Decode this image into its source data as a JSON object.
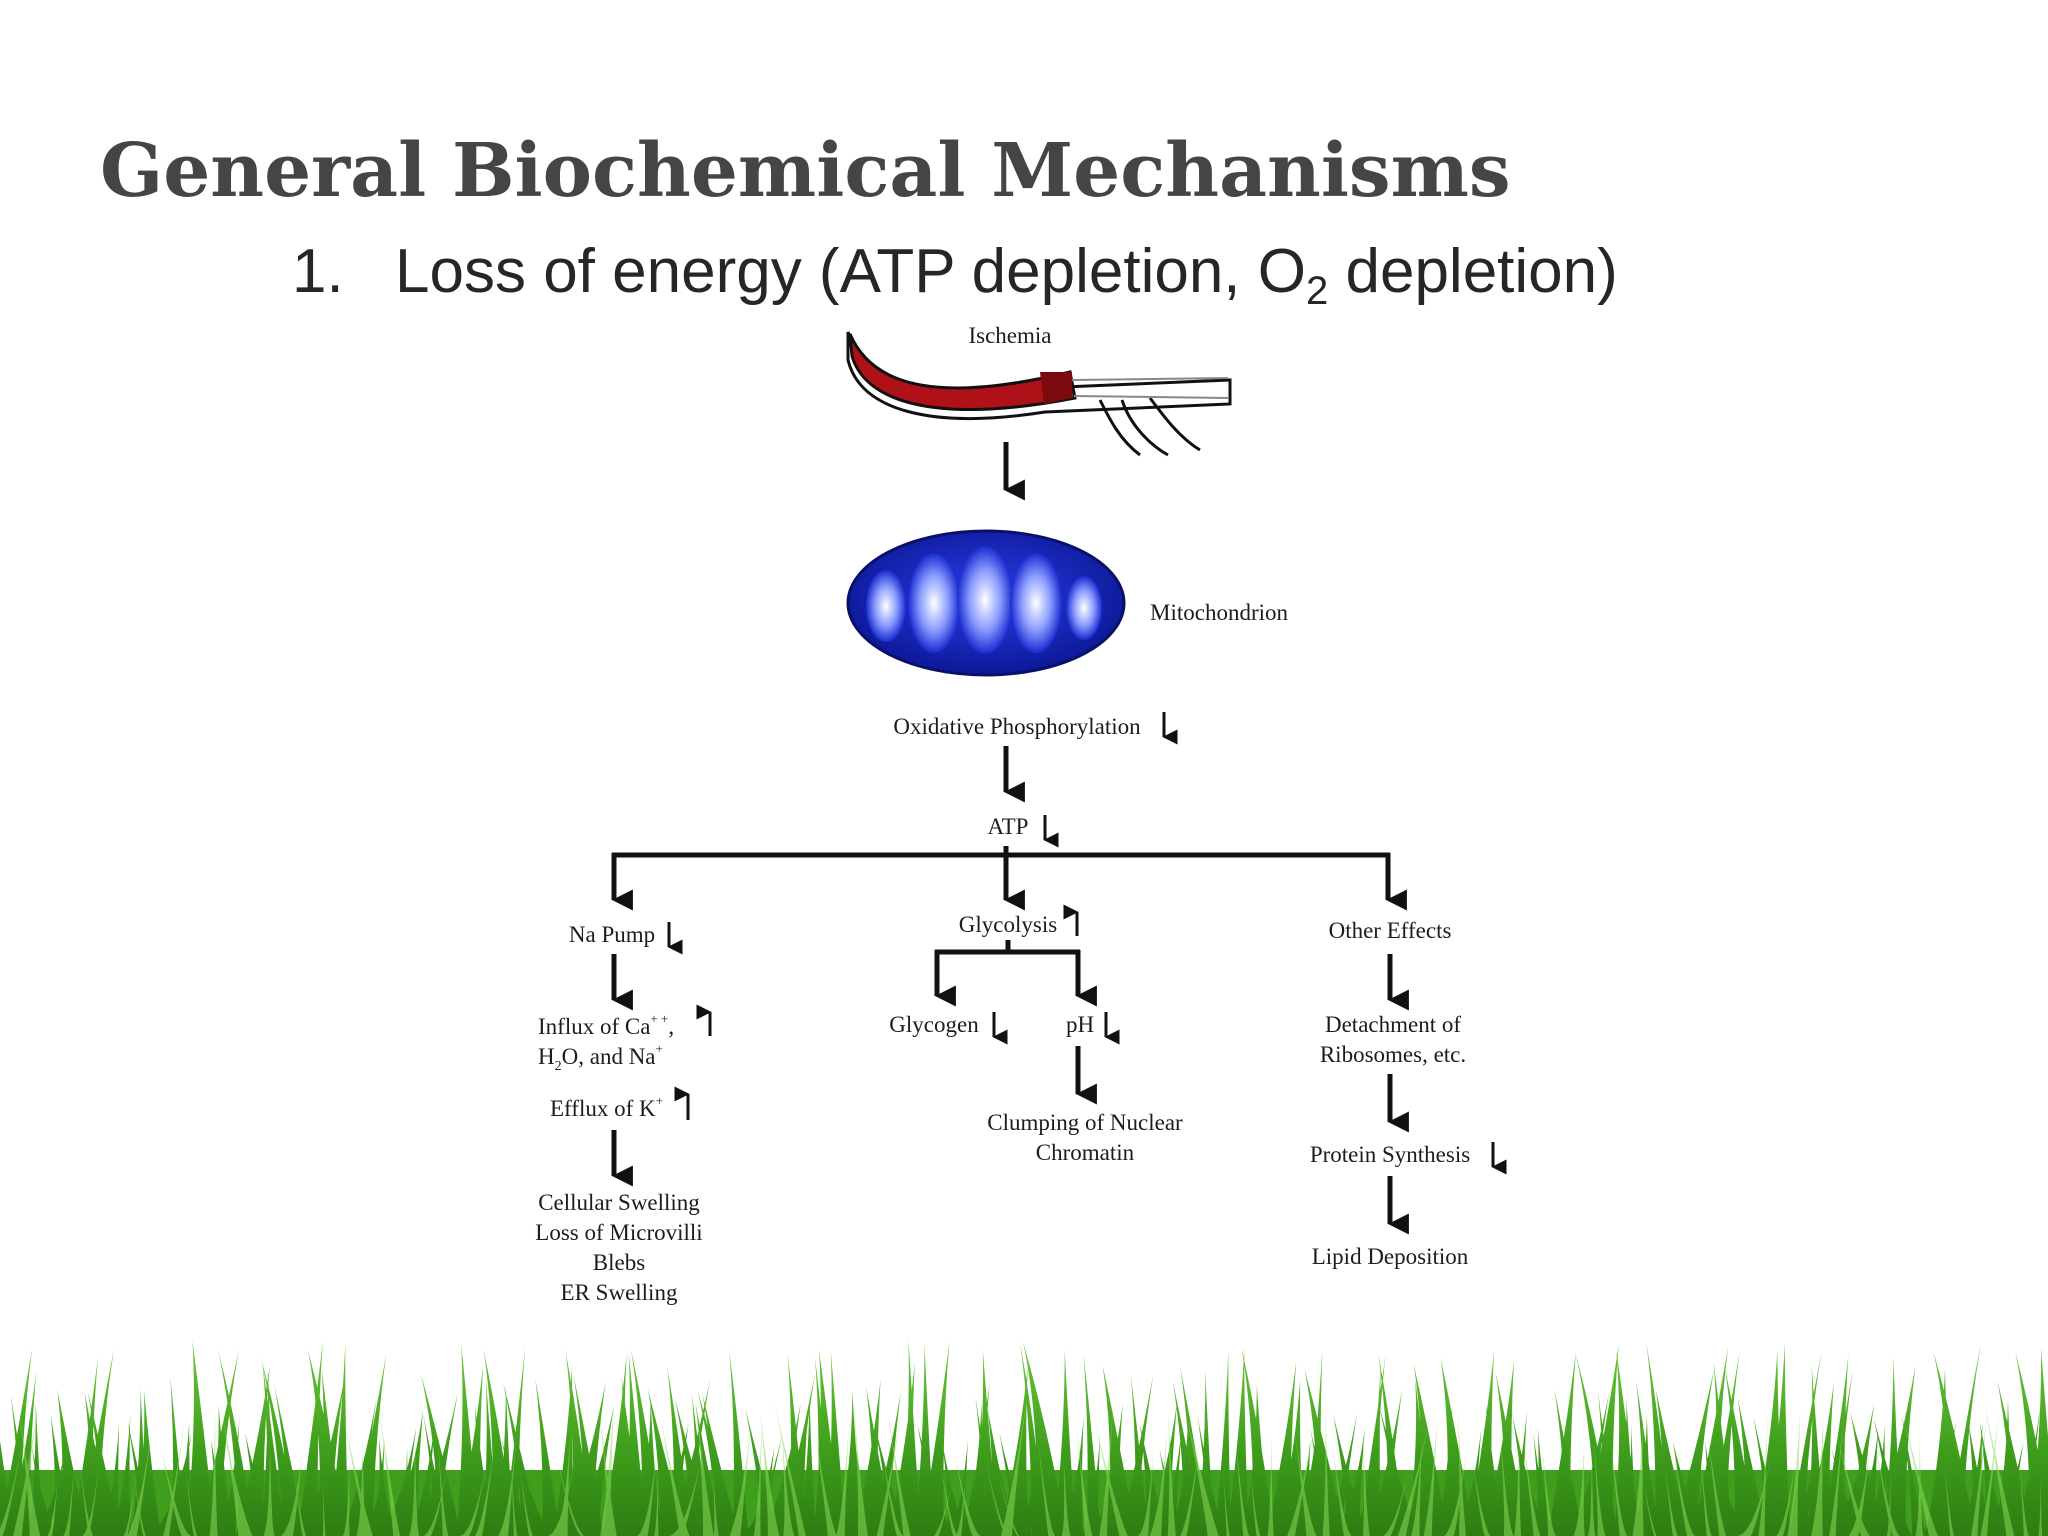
{
  "slide": {
    "title": "General Biochemical Mechanisms",
    "bullet": {
      "number": "1.",
      "text_before": "Loss of energy (ATP depletion, O",
      "subscript": "2",
      "text_after": " depletion)"
    }
  },
  "diagram": {
    "ischemia": "Ischemia",
    "mitochondrion": "Mitochondrion",
    "oxidative": "Oxidative Phosphorylation",
    "atp": "ATP",
    "na_pump": "Na Pump",
    "glycolysis": "Glycolysis",
    "other_effects": "Other Effects",
    "influx_line1": "Influx of Ca",
    "influx_sup": "+ +",
    "influx_comma": ",",
    "influx_line2_a": "H",
    "influx_line2_sub": "2",
    "influx_line2_b": "O, and Na",
    "influx_line2_sup": "+",
    "efflux": "Efflux of K",
    "efflux_sup": "+",
    "glycogen": "Glycogen",
    "ph": "pH",
    "clumping_line1": "Clumping of Nuclear",
    "clumping_line2": "Chromatin",
    "detachment_line1": "Detachment of",
    "detachment_line2": "Ribosomes, etc.",
    "protein_synthesis": "Protein Synthesis",
    "lipid_deposition": "Lipid Deposition",
    "swelling_line1": "Cellular Swelling",
    "swelling_line2": "Loss of Microvilli",
    "swelling_line3": "Blebs",
    "swelling_line4": "ER Swelling"
  },
  "colors": {
    "title": "#454545",
    "vessel_red": "#b01018",
    "mito_blue": "#1a2bd0",
    "grass_green": "#3f9e1c"
  }
}
